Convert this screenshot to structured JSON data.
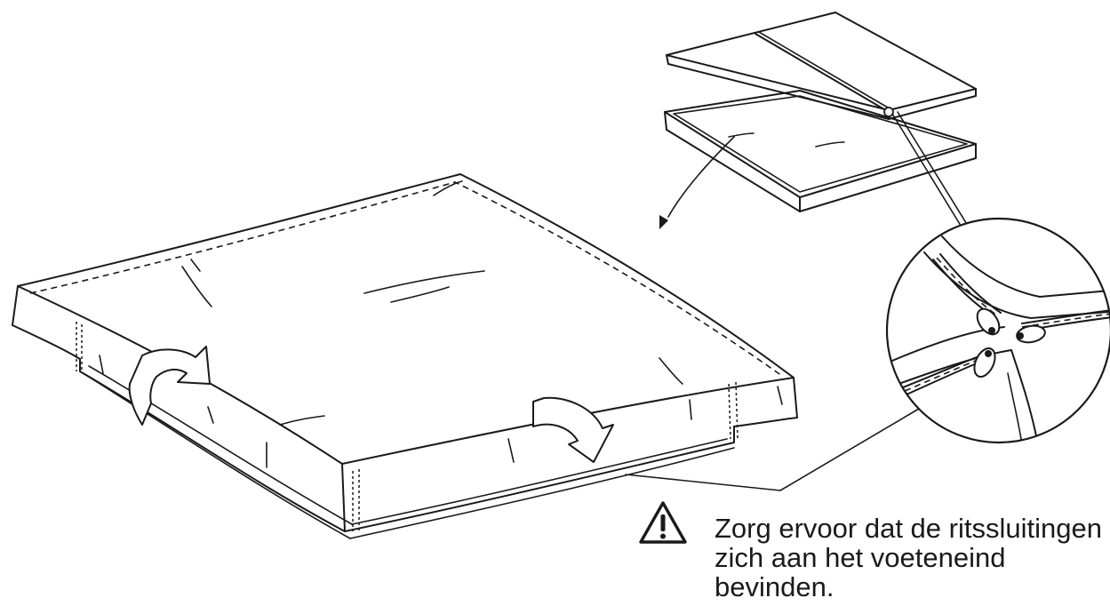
{
  "icons": {
    "warning": "warning-triangle-icon",
    "rotate_arrow": "curved-arrow-icon",
    "zipper_pulls": "zipper-pull-icon"
  },
  "note": {
    "lines": [
      "Zorg ervoor dat de ritssluitingen",
      "zich aan het voeteneind",
      "bevinden."
    ]
  },
  "colors": {
    "ink": "#1a1a1a",
    "background": "#ffffff"
  }
}
